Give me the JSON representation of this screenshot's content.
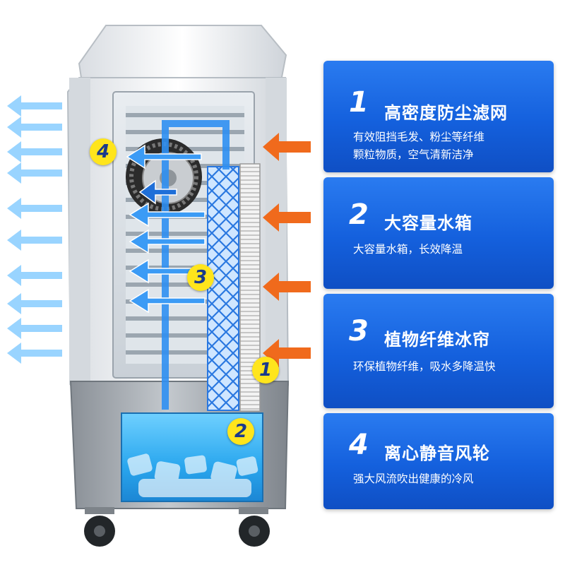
{
  "features": [
    {
      "number": "1",
      "title": "高密度防尘滤网",
      "desc": [
        "有效阻挡毛发、粉尘等纤维",
        "颗粒物质，空气清新洁净"
      ]
    },
    {
      "number": "2",
      "title": "大容量水箱",
      "desc": [
        "大容量水箱，长效降温"
      ]
    },
    {
      "number": "3",
      "title": "植物纤维冰帘",
      "desc": [
        "环保植物纤维，吸水多降温快"
      ]
    },
    {
      "number": "4",
      "title": "离心静音风轮",
      "desc": [
        "强大风流吹出健康的冷风"
      ]
    }
  ],
  "callouts": [
    "1",
    "2",
    "3",
    "4"
  ],
  "colors": {
    "panel_blue": "#1a6be8",
    "intake_arrow": "#f06a1c",
    "outflow_arrow": "#8fd0ff",
    "callout_yellow": "#ffe51c"
  }
}
